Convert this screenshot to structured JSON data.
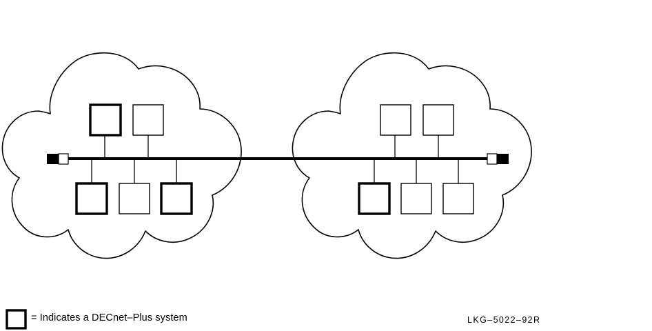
{
  "figure": {
    "id_label": "LKG–5022–92R",
    "legend": {
      "key_icon": "thick-square-icon",
      "text": "= Indicates a DECnet–Plus system"
    },
    "colors": {
      "stroke": "#000000",
      "fill": "#ffffff"
    }
  },
  "networks": [
    {
      "name": "left-network-cloud",
      "terminator": {
        "name": "left-bus-terminator",
        "orientation": "black-then-white"
      },
      "nodes": [
        {
          "position": "top-left",
          "type": "decnet-plus-system"
        },
        {
          "position": "top-right",
          "type": "other-system"
        },
        {
          "position": "bottom-left",
          "type": "decnet-plus-system"
        },
        {
          "position": "bottom-center",
          "type": "other-system"
        },
        {
          "position": "bottom-right",
          "type": "decnet-plus-system"
        }
      ]
    },
    {
      "name": "right-network-cloud",
      "terminator": {
        "name": "right-bus-terminator",
        "orientation": "white-then-black"
      },
      "nodes": [
        {
          "position": "top-left",
          "type": "other-system"
        },
        {
          "position": "top-right",
          "type": "other-system"
        },
        {
          "position": "bottom-left",
          "type": "decnet-plus-system"
        },
        {
          "position": "bottom-center",
          "type": "other-system"
        },
        {
          "position": "bottom-right",
          "type": "other-system"
        }
      ]
    }
  ],
  "backbone": {
    "name": "interconnecting-bus",
    "description": "horizontal bus linking both network clouds"
  }
}
